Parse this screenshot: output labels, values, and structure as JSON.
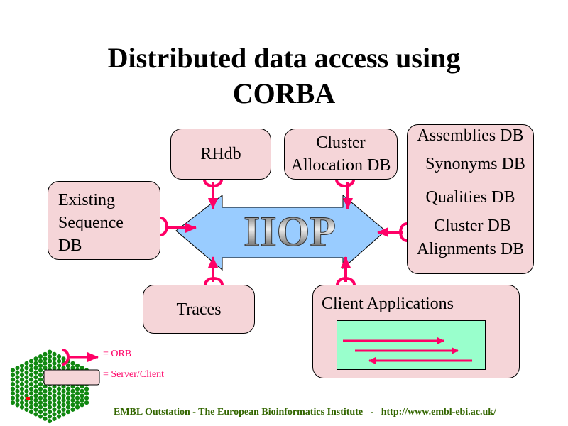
{
  "title": {
    "line1": "Distributed data access using",
    "line2": "CORBA"
  },
  "hub_label": "IIOP",
  "nodes": {
    "rhdb": "RHdb",
    "cluster_allocation": [
      "Cluster",
      "Allocation DB"
    ],
    "existing_sequence": [
      "Existing",
      "Sequence",
      "DB"
    ],
    "right_dbs": [
      "Assemblies DB",
      "Synonyms DB",
      "Qualities DB",
      "Cluster DB",
      "Alignments DB"
    ],
    "traces": "Traces",
    "client_apps": "Client Applications"
  },
  "legend": {
    "orb": "= ORB",
    "server_client": "= Server/Client"
  },
  "footer": "EMBL Outstation - The European Bioinformatics Institute   -   http://www.embl-ebi.ac.uk/",
  "colors": {
    "box": "#f5d5d8",
    "arrow": "#ff0066",
    "hub": "#99ccff",
    "client_inner": "#99ffcc",
    "footer": "#336600"
  }
}
